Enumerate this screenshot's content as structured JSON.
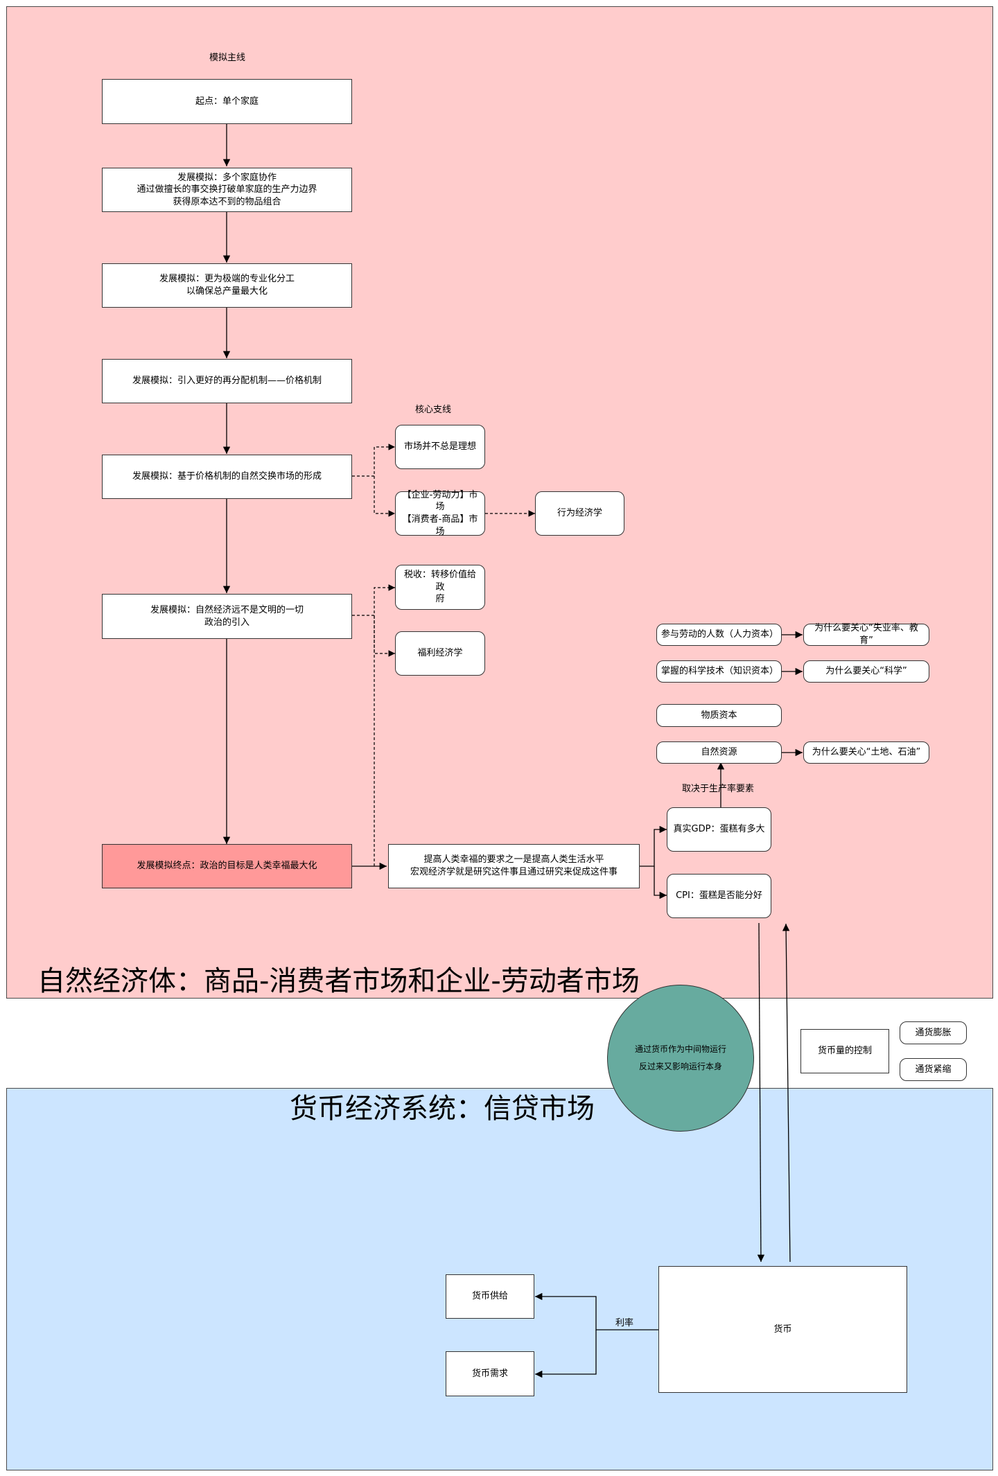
{
  "regions": {
    "natural_economy_title": "自然经济体：商品-消费者市场和企业-劳动者市场",
    "monetary_system_title": "货币经济系统：信贷市场"
  },
  "labels": {
    "main_line": "模拟主线",
    "core_branch": "核心支线",
    "production_factors": "取决于生产率要素",
    "interest_rate": "利率"
  },
  "main_flow": {
    "start": "起点：单个家庭",
    "step1": "发展模拟：多个家庭协作\n通过做擅长的事交换打破单家庭的生产力边界\n获得原本达不到的物品组合",
    "step2": "发展模拟：更为极端的专业化分工\n以确保总产量最大化",
    "step3": "发展模拟：引入更好的再分配机制——价格机制",
    "step4": "发展模拟：基于价格机制的自然交换市场的形成",
    "step5": "发展模拟：自然经济远不是文明的一切\n政治的引入",
    "end": "发展模拟终点：政治的目标是人类幸福最大化"
  },
  "branches": {
    "market_not_ideal": "市场并不总是理想",
    "markets": "【企业-劳动力】市场\n【消费者-商品】市场",
    "behavioral": "行为经济学",
    "tax": "税收：转移价值给政\n府",
    "welfare": "福利经济学"
  },
  "macro": {
    "living_standard": "提高人类幸福的要求之一是提高人类生活水平\n宏观经济学就是研究这件事且通过研究来促成这件事",
    "real_gdp": "真实GDP：蛋糕有多大",
    "cpi": "CPI：蛋糕是否能分好",
    "labor_participation": "参与劳动的人数（人力资本）",
    "why_labor": "为什么要关心“失业率、教育”",
    "science_tech": "掌握的科学技术（知识资本）",
    "why_science": "为什么要关心“科学”",
    "physical_capital": "物质资本",
    "natural_resources": "自然资源",
    "why_resources": "为什么要关心“土地、石油”"
  },
  "money": {
    "circle": "通过货币作为中间物运行\n反过来又影响运行本身",
    "control": "货币量的控制",
    "inflation": "通货膨胀",
    "deflation": "通货紧缩",
    "money": "货币",
    "supply": "货币供给",
    "demand": "货币需求"
  }
}
